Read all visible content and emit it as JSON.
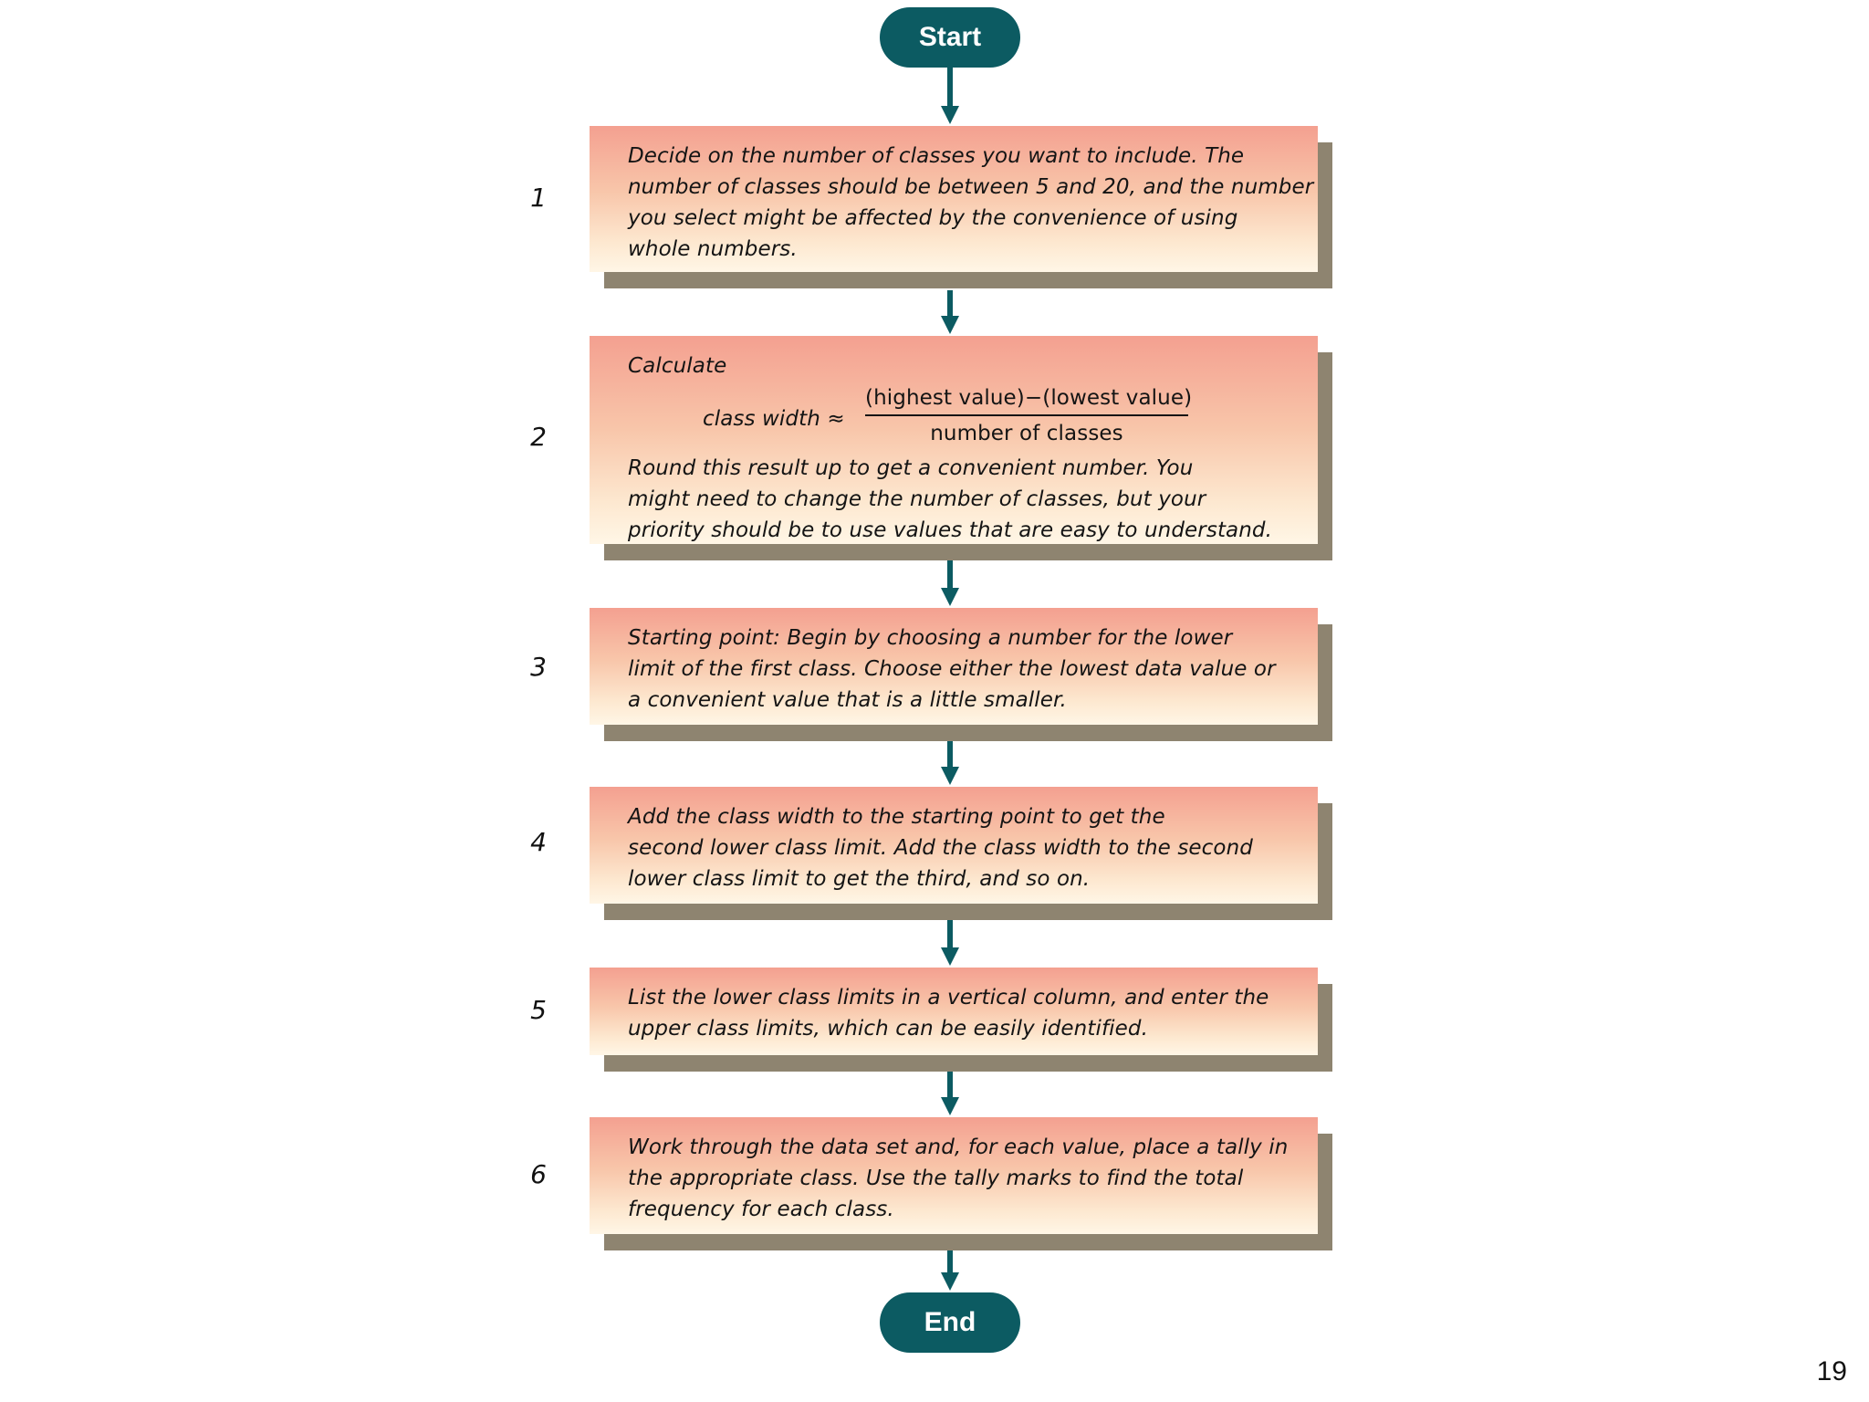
{
  "flowchart": {
    "start_label": "Start",
    "end_label": "End",
    "steps": [
      {
        "number": "1",
        "lines": [
          "Decide on the number of classes you want to include. The",
          "number of classes should be between 5 and 20, and the number",
          "you select might be affected by the convenience of using",
          "whole numbers."
        ]
      },
      {
        "number": "2",
        "intro": "Calculate",
        "formula": {
          "lhs": "class width ≈",
          "numerator": "(highest value)−(lowest value)",
          "denominator": "number of classes"
        },
        "lines": [
          "Round this result up to get a convenient number. You",
          "might need to change the number of classes, but your",
          "priority should be to use values that are easy to understand."
        ]
      },
      {
        "number": "3",
        "lines": [
          "Starting point: Begin by choosing a number for the lower",
          "limit of the first class. Choose either the lowest data value or",
          "a convenient value that is a little smaller."
        ]
      },
      {
        "number": "4",
        "lines": [
          "Add the class width to the starting point to get the",
          "second lower class limit. Add the class width to the second",
          "lower class limit to get the third, and so on."
        ]
      },
      {
        "number": "5",
        "lines": [
          "List the lower class limits in a vertical column, and enter the",
          "upper class limits, which can be easily identified."
        ]
      },
      {
        "number": "6",
        "lines": [
          "Work through the data set and, for each value, place a tally in",
          "the appropriate class. Use the tally marks to find the total",
          "frequency for each class."
        ]
      }
    ]
  },
  "colors": {
    "terminal": "#0c5b62",
    "connector": "#0c5b62",
    "box_top": "#f4a090",
    "box_bottom": "#fff6e6",
    "box_shadow": "#8e8470"
  },
  "page_number": "19"
}
